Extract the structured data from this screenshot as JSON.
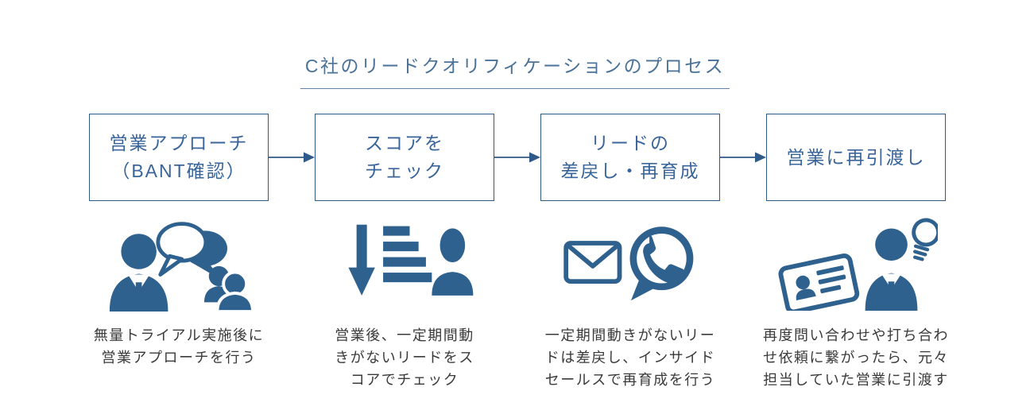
{
  "title": {
    "text": "C社のリードクオリフィケーションのプロセス"
  },
  "colors": {
    "accent": "#2E5A8A",
    "icon_blue": "#2F618F",
    "box_text": "#39659B",
    "title_text": "#4A7298",
    "description_text": "#3A3A3A"
  },
  "steps": [
    {
      "box_lines": [
        "営業アプローチ",
        "（BANT確認）"
      ],
      "icons": [
        "businessman-conversation-icon"
      ],
      "desc_lines": [
        "無量トライアル実施後に",
        "営業アプローチを行う"
      ]
    },
    {
      "box_lines": [
        "スコアを",
        "チェック"
      ],
      "icons": [
        "score-ranking-arrow-icon",
        "person-bust-icon"
      ],
      "desc_lines": [
        "営業後、一定期間動",
        "きがないリードをス",
        "コアでチェック"
      ]
    },
    {
      "box_lines": [
        "リードの",
        "差戻し・再育成"
      ],
      "icons": [
        "envelope-icon",
        "phone-call-bubble-icon"
      ],
      "desc_lines": [
        "一定期間動きがないリー",
        "ドは差戻し、インサイド",
        "セールスで再育成を行う"
      ]
    },
    {
      "box_lines": [
        "営業に再引渡し"
      ],
      "icons": [
        "business-card-icon",
        "businessman-idea-icon",
        "lightbulb-icon"
      ],
      "desc_lines": [
        "再度問い合わせや打ち合わ",
        "せ依頼に繋がったら、元々",
        "担当していた営業に引渡す"
      ]
    }
  ]
}
